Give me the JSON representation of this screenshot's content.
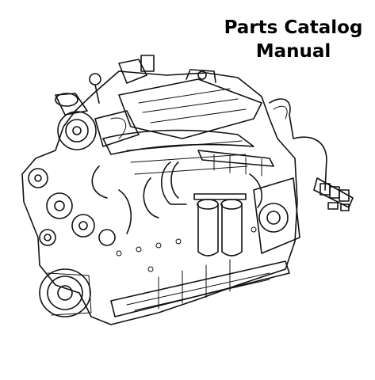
{
  "cover": {
    "title_line_1": "Parts Catalog",
    "title_line_2": "Manual"
  },
  "illustration": {
    "icon": "engine-line-drawing",
    "stroke_color": "#111111",
    "background_color": "#ffffff"
  }
}
